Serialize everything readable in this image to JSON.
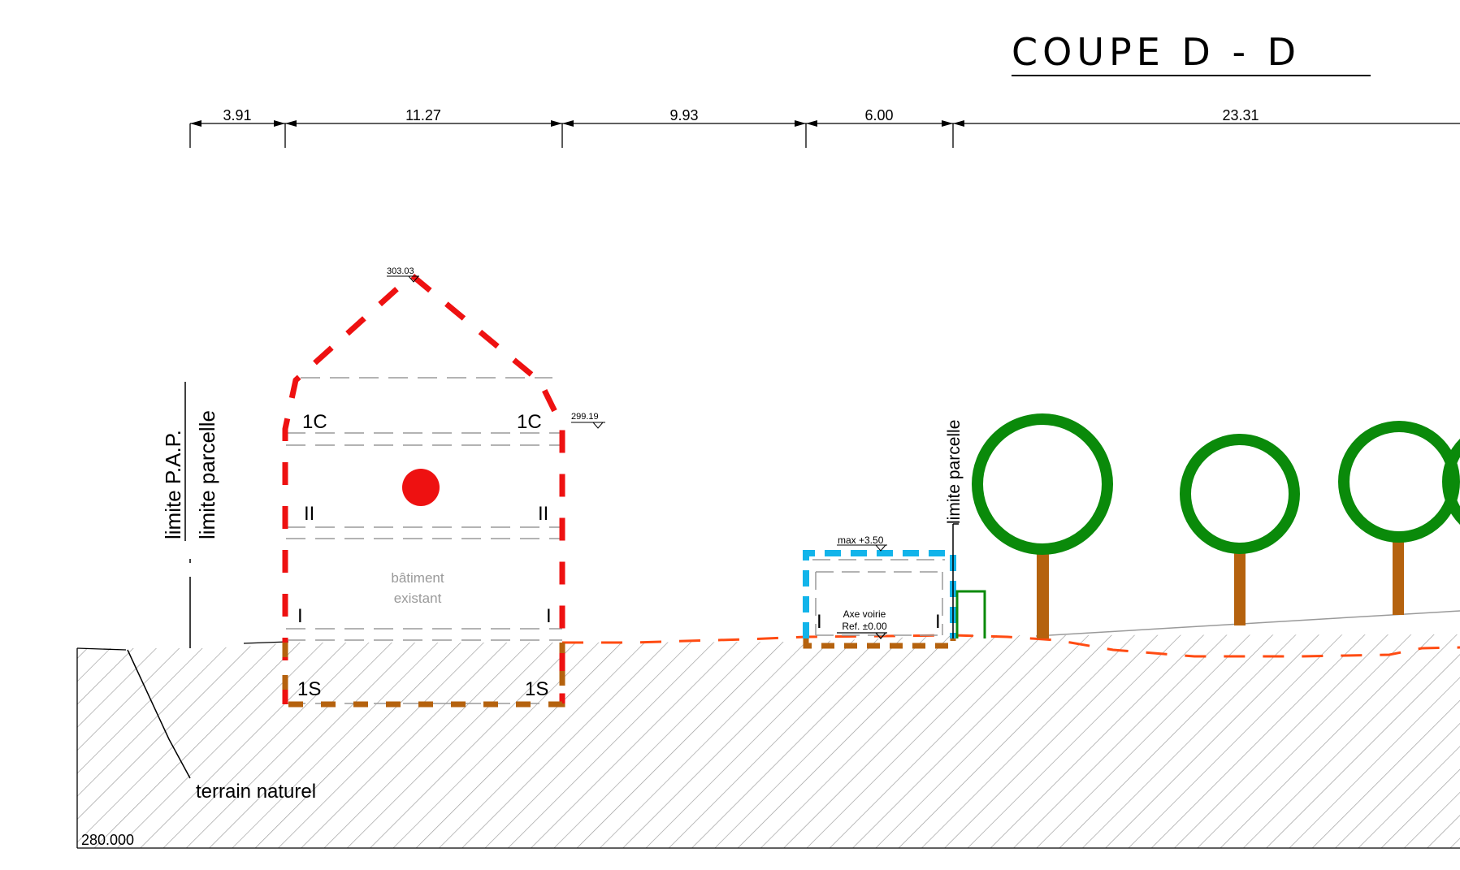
{
  "title": "COUPE D - D",
  "dimensions": [
    "3.91",
    "11.27",
    "9.93",
    "6.00",
    "23.31"
  ],
  "levels": {
    "ridge": "303.03",
    "eave": "299.19",
    "annex_max": "max +3.50",
    "base": "280.000"
  },
  "building": {
    "label_line1": "bâtiment",
    "label_line2": "existant",
    "floors": {
      "attic_left": "1C",
      "attic_right": "1C",
      "second_left": "II",
      "second_right": "II",
      "first_left": "I",
      "first_right": "I",
      "basement_left": "1S",
      "basement_right": "1S"
    }
  },
  "annex": {
    "left_floor": "I",
    "right_floor": "I",
    "axe_line1": "Axe voirie",
    "axe_line2": "Ref. ±0.00"
  },
  "labels": {
    "limite_pap": "limite P.A.P.",
    "limite_parcelle_left": "limite parcelle",
    "limite_parcelle_right": "limite parcelle",
    "terrain_naturel": "terrain naturel"
  },
  "colors": {
    "building_outline": "#ee1111",
    "basement_outline": "#b5620e",
    "annex_outline": "#12b4ea",
    "terrain_line": "#ff4b12",
    "tree_crown": "#0a8a0a",
    "tree_trunk": "#b5620e",
    "marker": "#ee1111",
    "hatch": "#9a9a9a"
  }
}
